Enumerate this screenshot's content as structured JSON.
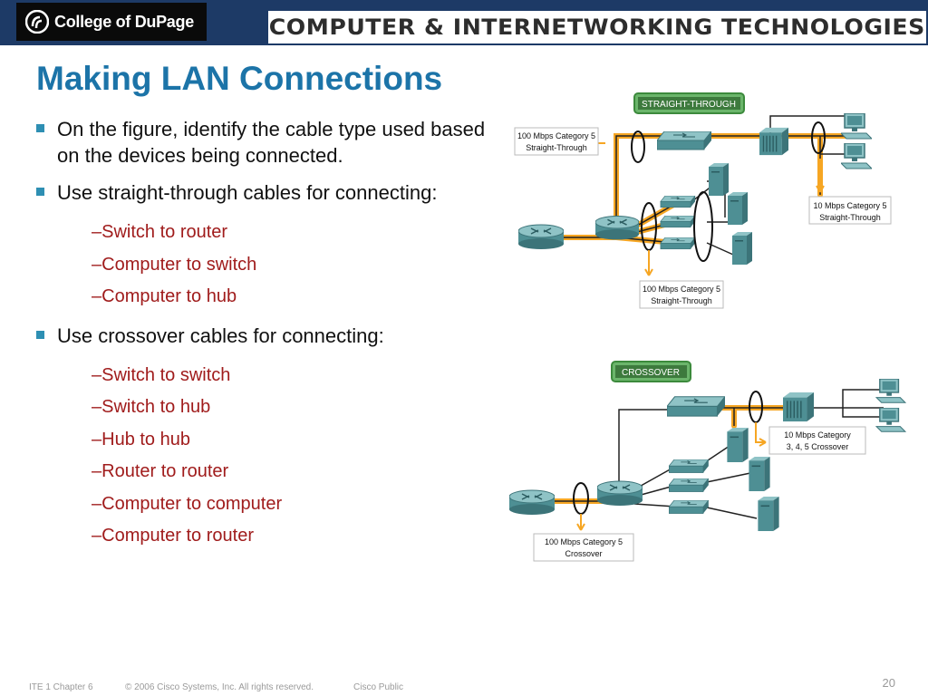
{
  "header": {
    "logo_text": "College of DuPage",
    "banner": "COMPUTER & INTERNETWORKING TECHNOLOGIES"
  },
  "slide": {
    "title": "Making LAN Connections",
    "bullets": [
      {
        "text": "On the figure, identify the cable type used based on the devices being connected.",
        "subitems": []
      },
      {
        "text": "Use straight-through cables for connecting:",
        "subitems": [
          "–Switch to router",
          "–Computer to switch",
          "–Computer to hub"
        ]
      },
      {
        "text": "Use crossover cables for connecting:",
        "subitems": [
          "–Switch to switch",
          "–Switch to hub",
          "–Hub to hub",
          "–Router to router",
          "–Computer to computer",
          "–Computer to router"
        ]
      }
    ]
  },
  "figure_straight": {
    "badge": "STRAIGHT-THROUGH",
    "label_left": [
      "100 Mbps Category 5",
      "Straight-Through"
    ],
    "label_right": [
      "10 Mbps Category 5",
      "Straight-Through"
    ],
    "label_bottom": [
      "100 Mbps Category 5",
      "Straight-Through"
    ]
  },
  "figure_crossover": {
    "badge": "CROSSOVER",
    "label_right": [
      "10 Mbps Category",
      "3, 4, 5 Crossover"
    ],
    "label_bottom": [
      "100 Mbps Category 5",
      "Crossover"
    ]
  },
  "footer": {
    "chapter": "ITE 1 Chapter 6",
    "copyright": "© 2006 Cisco Systems, Inc. All rights reserved.",
    "classification": "Cisco Public",
    "page": "20"
  },
  "colors": {
    "header_bg": "#1d3a66",
    "title": "#1c74a8",
    "bullet": "#2e8fb3",
    "subitem": "#a01c1c",
    "cable_highlight": "#f6a623",
    "device": "#4e8f94"
  }
}
